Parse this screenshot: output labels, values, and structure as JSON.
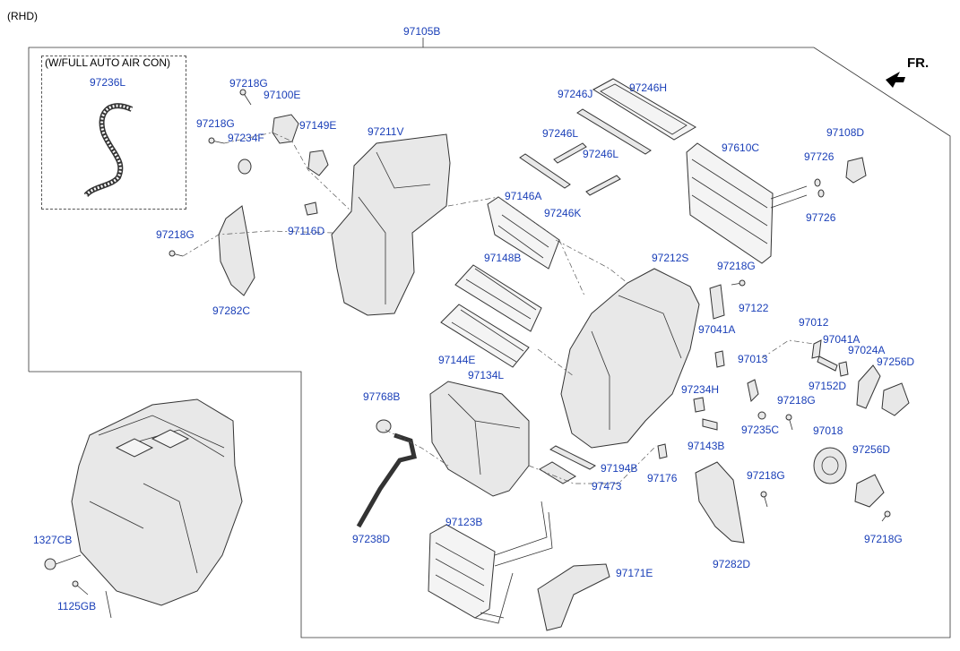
{
  "header": {
    "variant": "(RHD)",
    "assembly_number": "97105B",
    "direction": "FR."
  },
  "inset": {
    "title": "(W/FULL AUTO AIR CON)",
    "part": "97236L"
  },
  "parts": {
    "p97218G_a": "97218G",
    "p97100E": "97100E",
    "p97218G_b": "97218G",
    "p97234F": "97234F",
    "p97149E": "97149E",
    "p97211V": "97211V",
    "p97218G_c": "97218G",
    "p97116D": "97116D",
    "p97282C": "97282C",
    "p97246J": "97246J",
    "p97246H": "97246H",
    "p97246L_a": "97246L",
    "p97246L_b": "97246L",
    "p97246K": "97246K",
    "p97610C": "97610C",
    "p97108D": "97108D",
    "p97726_a": "97726",
    "p97726_b": "97726",
    "p97146A": "97146A",
    "p97148B": "97148B",
    "p97212S": "97212S",
    "p97218G_d": "97218G",
    "p97122": "97122",
    "p97012": "97012",
    "p97041A_a": "97041A",
    "p97041A_b": "97041A",
    "p97024A": "97024A",
    "p97256D_a": "97256D",
    "p97013": "97013",
    "p97152D": "97152D",
    "p97144E": "97144E",
    "p97134L": "97134L",
    "p97234H": "97234H",
    "p97218G_e": "97218G",
    "p97768B": "97768B",
    "p97143B": "97143B",
    "p97235C": "97235C",
    "p97018": "97018",
    "p97256D_b": "97256D",
    "p97194B": "97194B",
    "p97176": "97176",
    "p97218G_f": "97218G",
    "p97473": "97473",
    "p97238D": "97238D",
    "p97123B": "97123B",
    "p97171E": "97171E",
    "p97282D": "97282D",
    "p97218G_g": "97218G",
    "p1327CB": "1327CB",
    "p1125GB": "1125GB"
  }
}
